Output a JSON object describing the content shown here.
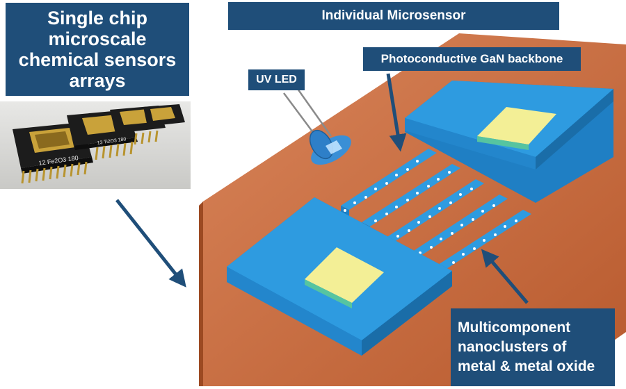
{
  "title": "Single chip microscale chemical sensors arrays",
  "individual_label": "Individual Microsensor",
  "backbone_label": "Photoconductive GaN backbone",
  "uv_led_label": "UV LED",
  "nanoclusters_label": "Multicomponent nanoclusters of metal & metal oxide",
  "chip_marks": [
    "12 Fe2O3 180",
    "13 Ti2O3 180"
  ],
  "colors": {
    "label_bg": "#1f4e79",
    "arrow": "#1f4e79",
    "substrate": "#c8683b",
    "gan_top": "#2e9be0",
    "gan_side": "#1f7fc4",
    "contact_pad": "#f3ef96",
    "led": "#3a8fd6"
  }
}
